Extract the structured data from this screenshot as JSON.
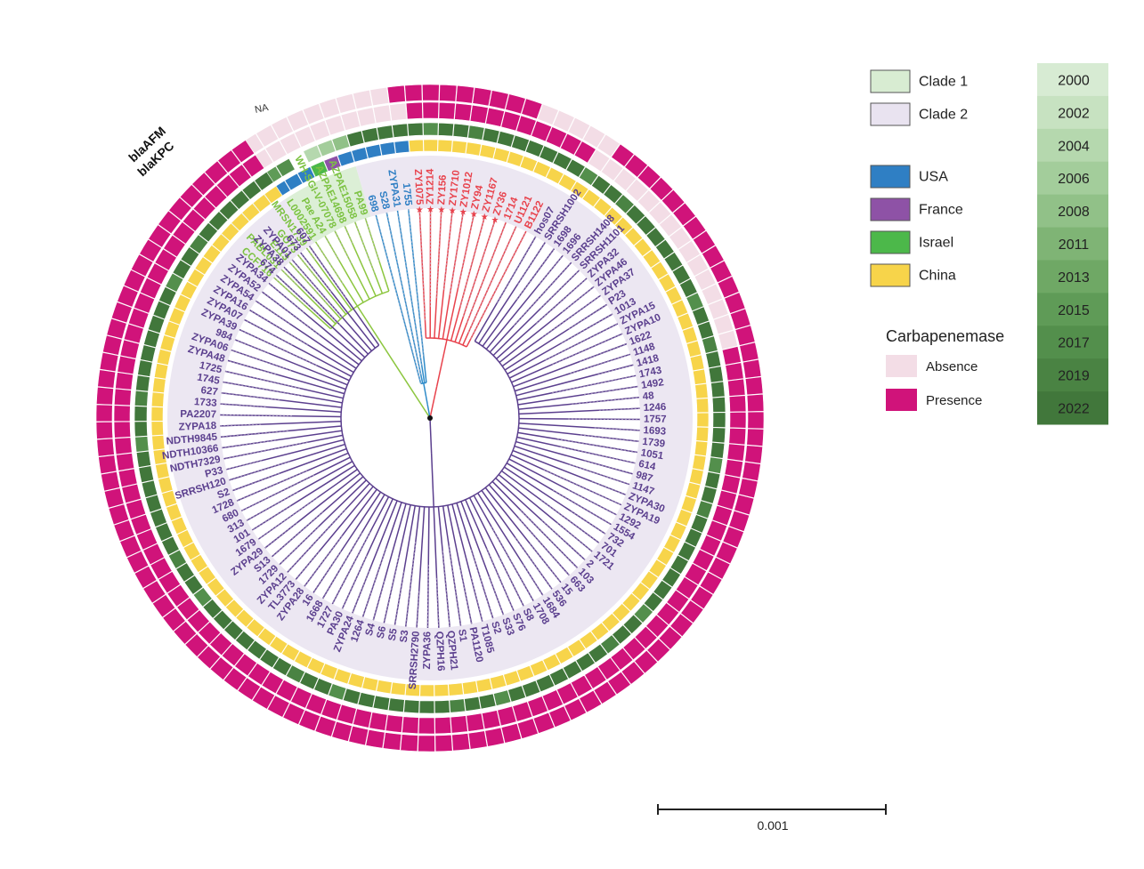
{
  "gene_labels": [
    "blaAFM",
    "blaKPC"
  ],
  "na_label": "NA",
  "scale_bar": {
    "label": "0.001"
  },
  "legend": {
    "clades": [
      {
        "label": "Clade 1",
        "color": "#d8ecd2"
      },
      {
        "label": "Clade 2",
        "color": "#e9e3f0"
      }
    ],
    "countries": [
      {
        "label": "USA",
        "color": "#2f7fc4"
      },
      {
        "label": "France",
        "color": "#8e52a6"
      },
      {
        "label": "Israel",
        "color": "#4cb84a"
      },
      {
        "label": "China",
        "color": "#f7d44a"
      }
    ],
    "carbapenemase_title": "Carbapenemase",
    "carbapenemase": [
      {
        "label": "Absence",
        "color": "#f3dde6"
      },
      {
        "label": "Presence",
        "color": "#d0137a"
      }
    ],
    "years": [
      "2000",
      "2002",
      "2004",
      "2006",
      "2008",
      "2011",
      "2013",
      "2015",
      "2017",
      "2019",
      "2022"
    ]
  },
  "leaves": {
    "clade1": [
      "CCF716",
      "PABL031",
      "E113",
      "GO73",
      "MRSN1739",
      "L0002591",
      "Pae A24",
      "WH-SGI-V-07078",
      "AZPAE14698",
      "AZPAE15058",
      "PA99"
    ],
    "usa": [
      "698",
      "S28",
      "ZYPA31",
      "1755"
    ],
    "red": [
      "ZY1075",
      "ZY1214",
      "ZY156",
      "ZY1710",
      "ZY1012",
      "ZY94",
      "ZY1167",
      "ZY36",
      "1714",
      "U1121",
      "B1122"
    ],
    "clade2": [
      "hos07",
      "SRRSH1002",
      "1698",
      "1696",
      "SRRSH1408",
      "SRRSH1101",
      "ZYPA32",
      "ZYPA46",
      "ZYPA37",
      "P23",
      "1013",
      "ZYPA15",
      "ZYPA10",
      "1622",
      "1148",
      "1418",
      "1743",
      "1492",
      "48",
      "1246",
      "1757",
      "1693",
      "1739",
      "1051",
      "614",
      "987",
      "1147",
      "ZYPA30",
      "ZYPA19",
      "1292",
      "1554",
      "732",
      "701",
      "1721",
      "2",
      "103",
      "663",
      "15",
      "536",
      "1684",
      "1708",
      "S8",
      "S76",
      "S33",
      "S2",
      "T1085",
      "PA1120",
      "S1",
      "QZPH21",
      "QZPH16",
      "ZYPA36",
      "SRRSH2790",
      "S3",
      "S5",
      "S6",
      "S4",
      "1264",
      "ZYPA24",
      "PA30",
      "1727",
      "1668",
      "16",
      "ZYPA28",
      "TL3773",
      "ZYPA12",
      "1729",
      "S13",
      "ZYPA29",
      "1679",
      "101",
      "313",
      "680",
      "1728",
      "S2",
      "SRRSH120",
      "P33",
      "NDTH7329",
      "NDTH10366",
      "NDTH9845",
      "ZYPA18",
      "PA2207",
      "1733",
      "627",
      "1745",
      "1725",
      "ZYPA48",
      "ZYPA06",
      "984",
      "ZYPA39",
      "ZYPA07",
      "ZYPA16",
      "ZYPA54",
      "ZYPA52",
      "ZYPA34",
      "674",
      "ZYPA38",
      "ZYPA01",
      "673",
      "607"
    ]
  }
}
